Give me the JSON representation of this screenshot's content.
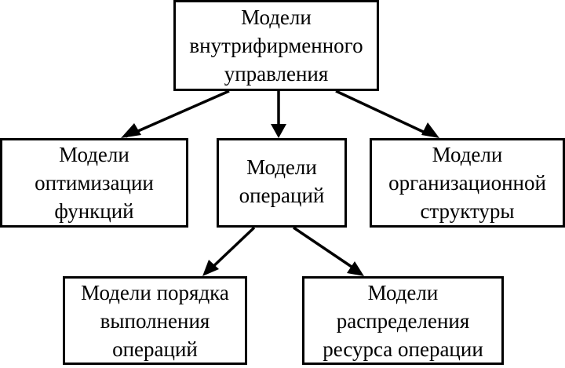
{
  "diagram": {
    "nodes": {
      "root": {
        "lines": [
          "Модели",
          "внутрифирменного",
          "управления"
        ]
      },
      "func": {
        "lines": [
          "Модели",
          "оптимизации",
          "функций"
        ]
      },
      "ops": {
        "lines": [
          "Модели",
          "операций"
        ]
      },
      "struct": {
        "lines": [
          "Модели",
          "организационной",
          "структуры"
        ]
      },
      "order": {
        "lines": [
          "Модели порядка",
          "выполнения",
          "операций"
        ]
      },
      "res": {
        "lines": [
          "Модели",
          "распределения",
          "ресурса операции"
        ]
      }
    },
    "edges": [
      {
        "from": "root",
        "to": "func"
      },
      {
        "from": "root",
        "to": "ops"
      },
      {
        "from": "root",
        "to": "struct"
      },
      {
        "from": "ops",
        "to": "order"
      },
      {
        "from": "ops",
        "to": "res"
      }
    ]
  }
}
